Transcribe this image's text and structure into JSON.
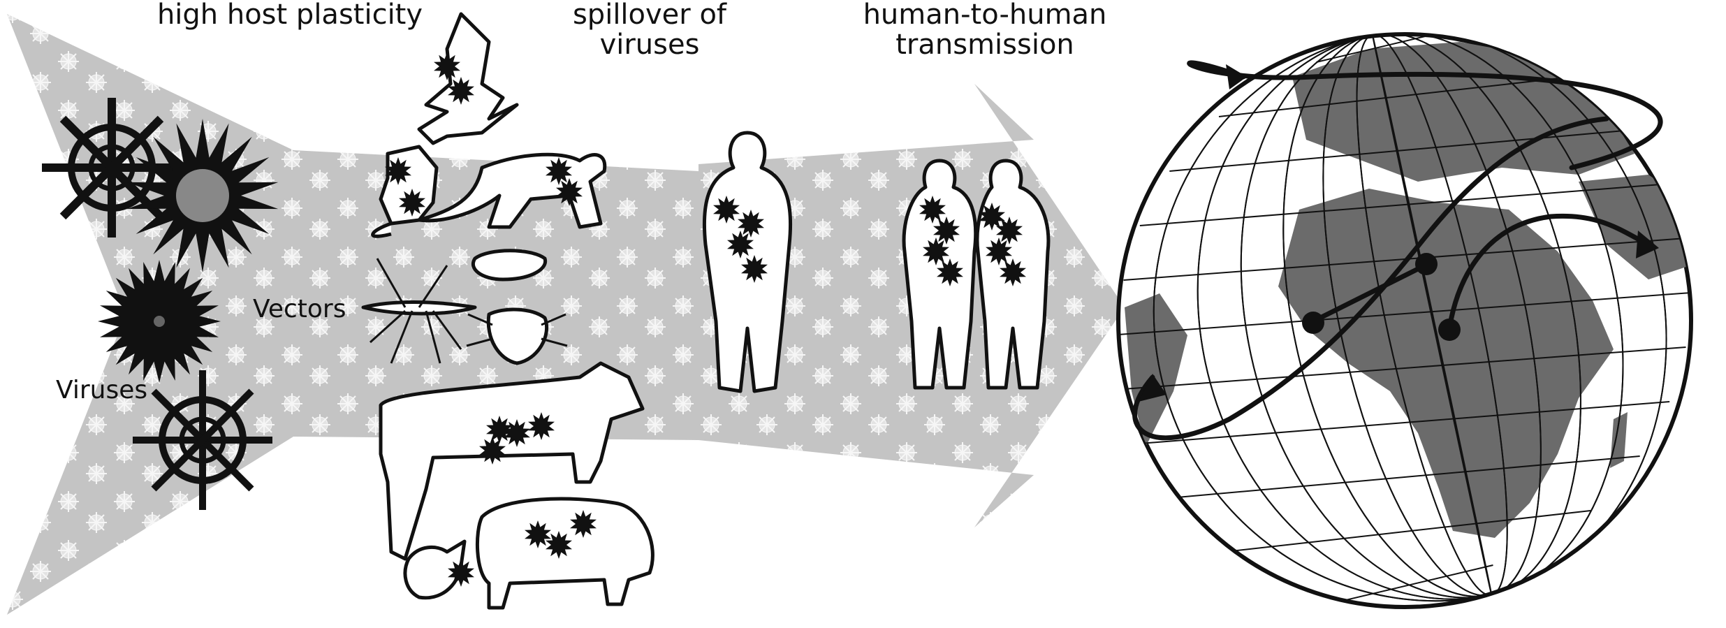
{
  "captions": {
    "plasticity": "high host plasticity",
    "spillover_line1": "spillover of",
    "spillover_line2": "viruses",
    "h2h_line1": "human-to-human",
    "h2h_line2": "transmission"
  },
  "labels": {
    "vectors": "Vectors",
    "viruses": "Viruses"
  },
  "colors": {
    "arrow_fill": "#c4c4c4",
    "virus_dark": "#111111",
    "land": "#6b6b6b",
    "ocean": "#ffffff",
    "outline": "#111111"
  },
  "icons": {
    "hosts": [
      "bat-icon",
      "rat-icon",
      "monkey-icon",
      "tick-icon",
      "flea-icon",
      "mosquito-icon",
      "cow-icon",
      "pig-icon",
      "chicken-icon"
    ],
    "humans": [
      "human-silhouette-icon",
      "human-pair-icon"
    ],
    "globe": "globe-icon"
  }
}
